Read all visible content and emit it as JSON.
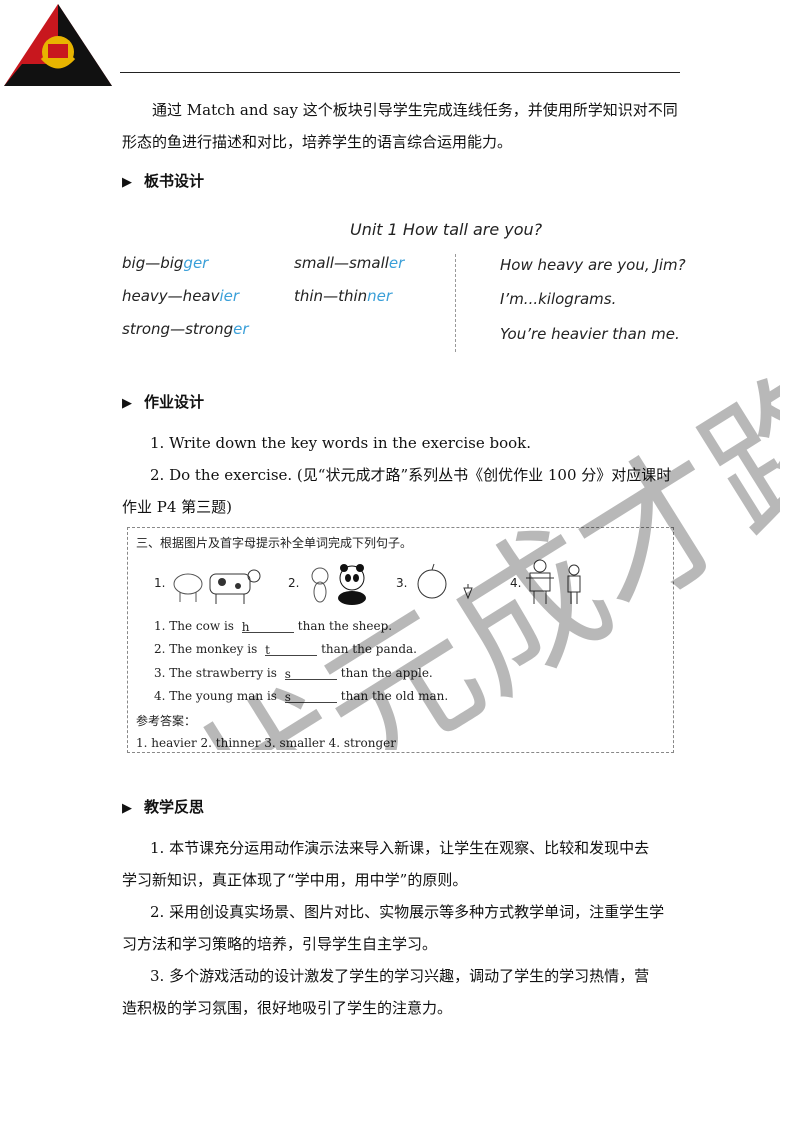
{
  "intro": {
    "line1": "通过 Match and say 这个板块引导学生完成连线任务，并使用所学知识对不同",
    "line2": "形态的鱼进行描述和对比，培养学生的语言综合运用能力。"
  },
  "board_section": {
    "title": "板书设计",
    "unit_title": "Unit 1   How tall are you?",
    "words": [
      {
        "base": "big—big",
        "suffix": "ger"
      },
      {
        "base": "heavy—heav",
        "suffix": "ier"
      },
      {
        "base": "strong—strong",
        "suffix": "er"
      },
      {
        "base": "small—small",
        "suffix": "er"
      },
      {
        "base": "thin—thin",
        "suffix": "ner"
      }
    ],
    "sentences": [
      "How heavy are you, Jim?",
      "I’m...kilograms.",
      "You’re heavier than me."
    ]
  },
  "homework_section": {
    "title": "作业设计",
    "item1": "1. Write down the key words in the exercise book.",
    "item2_line1": "2. Do the exercise. (见“状元成才路”系列丛书《创优作业 100 分》对应课时",
    "item2_line2": "作业 P4 第三题)"
  },
  "exercise": {
    "heading": "三、根据图片及首字母提示补全单词完成下列句子。",
    "picture_numbers": [
      "1.",
      "2.",
      "3.",
      "4."
    ],
    "questions": [
      {
        "num": "1.",
        "before": "The cow is",
        "hint": "h",
        "after": "than the sheep."
      },
      {
        "num": "2.",
        "before": "The monkey is",
        "hint": "t",
        "after": "than the panda."
      },
      {
        "num": "3.",
        "before": "The strawberry is",
        "hint": "s",
        "after": "than the apple."
      },
      {
        "num": "4.",
        "before": "The young man is",
        "hint": "s",
        "after": "than the old man."
      }
    ],
    "answer_label": "参考答案：",
    "answers": "1. heavier   2. thinner   3. smaller   4. stronger"
  },
  "reflection_section": {
    "title": "教学反思",
    "p1_line1": "1. 本节课充分运用动作演示法来导入新课，让学生在观察、比较和发现中去",
    "p1_line2": "学习新知识，真正体现了“学中用，用中学”的原则。",
    "p2_line1": "2. 采用创设真实场景、图片对比、实物展示等多种方式教学单词，注重学生学",
    "p2_line2": "习方法和学习策略的培养，引导学生自主学习。",
    "p3_line1": "3. 多个游戏活动的设计激发了学生的学习兴趣，调动了学生的学习热情，营",
    "p3_line2": "造积极的学习氛围，很好地吸引了学生的注意力。"
  },
  "watermark_text": "状元成才路",
  "colors": {
    "accent_blue": "#3a9fd8",
    "logo_red": "#c8171e",
    "logo_black": "#111111",
    "logo_gold": "#e8b400"
  }
}
